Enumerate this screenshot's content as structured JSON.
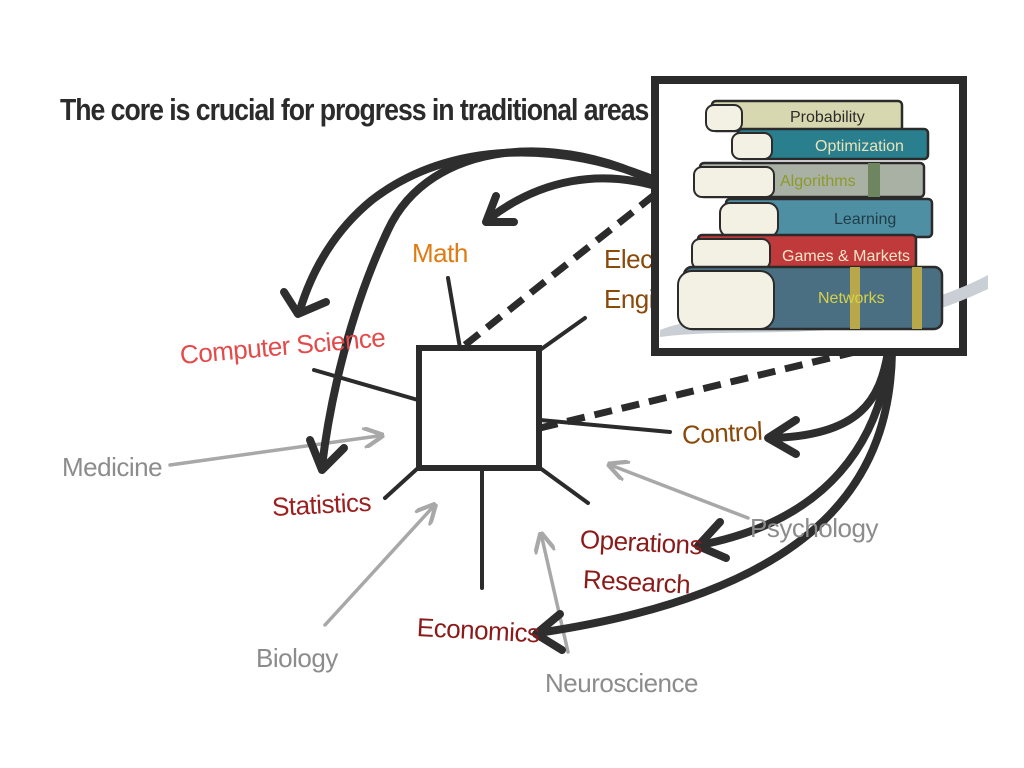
{
  "title": "The core is crucial for progress in traditional areas",
  "fields": {
    "math": "Math",
    "electrical": "Electrical Engineering",
    "electrical_line1": "Elect",
    "electrical_line2": "Engi",
    "computer_science": "Computer Science",
    "medicine": "Medicine",
    "statistics": "Statistics",
    "control": "Control",
    "psychology": "Psychology",
    "operations_research_line1": "Operations",
    "operations_research_line2": "Research",
    "economics": "Economics",
    "biology": "Biology",
    "neuroscience": "Neuroscience"
  },
  "books": [
    {
      "label": "Probability",
      "color": "#d8d8b0"
    },
    {
      "label": "Optimization",
      "color": "#2a7f8f"
    },
    {
      "label": "Algorithms",
      "color": "#a9b0a4"
    },
    {
      "label": "Learning",
      "color": "#4e8fa3"
    },
    {
      "label": "Games & Markets",
      "color": "#c0393b"
    },
    {
      "label": "Networks",
      "color": "#4a6f82"
    }
  ],
  "colors": {
    "arrow_dark": "#2e2e2e",
    "arrow_gray": "#a8a8a8",
    "spoke": "#2b2b2b"
  }
}
